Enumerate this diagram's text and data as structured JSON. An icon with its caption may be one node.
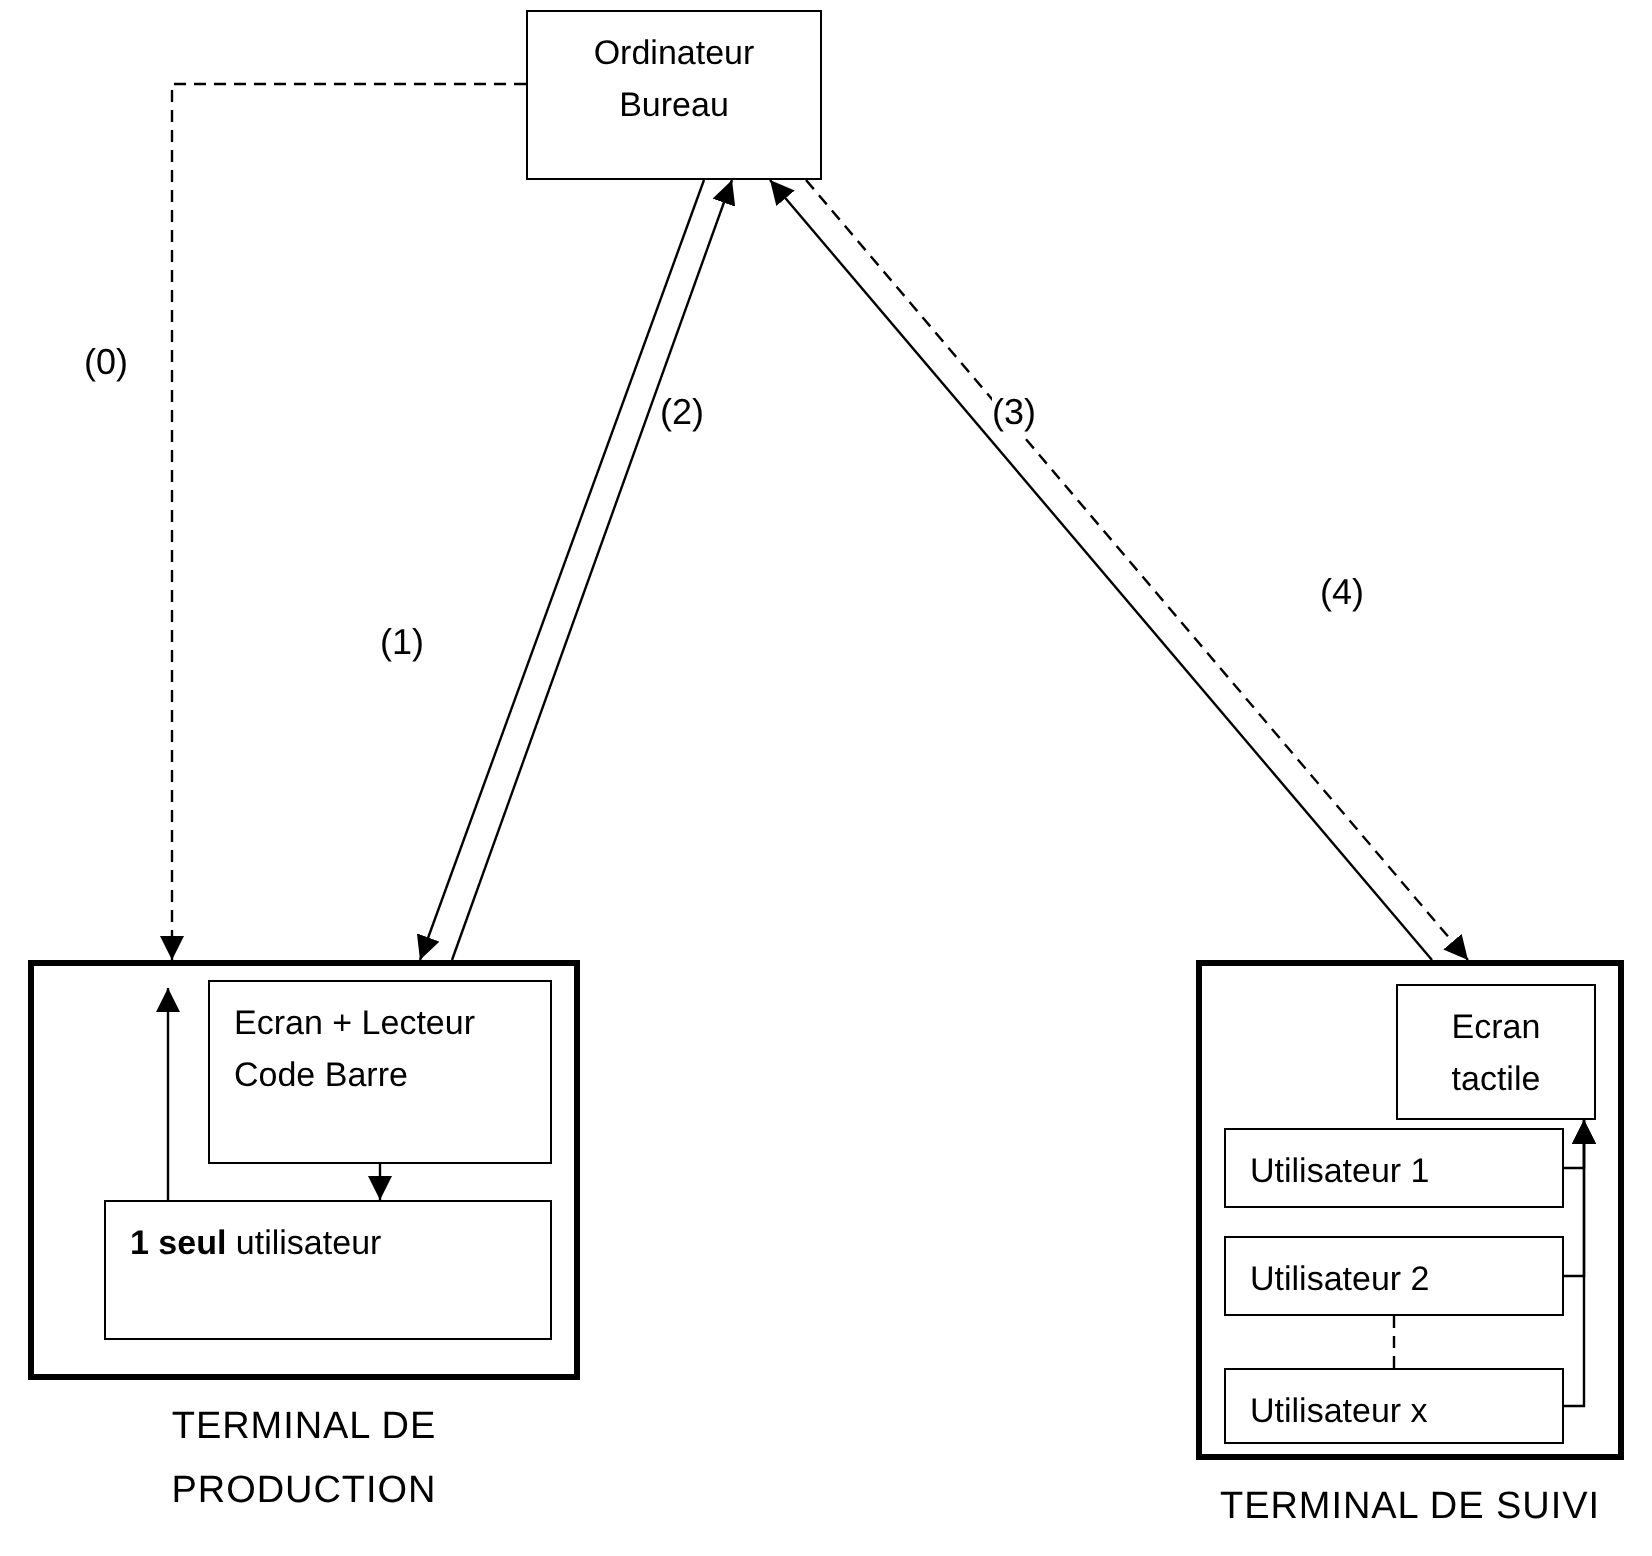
{
  "diagram": {
    "nodes": [
      {
        "text": [
          "Ordinateur Bureau"
        ]
      },
      {
        "text": [
          "TERMINAL DE PRODUCTION"
        ]
      },
      {
        "text": [
          "Ecran + Lecteur Code Barre"
        ],
        "in": 1
      },
      {
        "text": [
          "**1 seul** utilisateur"
        ],
        "in": 1
      },
      {
        "text": [
          "TERMINAL DE SUIVI"
        ]
      },
      {
        "text": [
          "Ecran tactile"
        ],
        "in": 4
      },
      {
        "text": [
          "Utilisateur 1"
        ],
        "in": 4
      },
      {
        "text": [
          "Utilisateur 2"
        ],
        "in": 4
      },
      {
        "text": [
          "Utilisateur x"
        ],
        "in": 4
      }
    ],
    "edges": [
      {
        "from": 0,
        "to": 1,
        "arrow": "to",
        "label": "(0)",
        "style": "dashed"
      },
      {
        "from": 0,
        "to": 1,
        "arrow": "to",
        "label": "(1)"
      },
      {
        "from": 1,
        "to": 0,
        "arrow": "to",
        "label": "(2)"
      },
      {
        "from": 4,
        "to": 0,
        "arrow": "to",
        "label": "(3)"
      },
      {
        "from": 0,
        "to": 4,
        "arrow": "to",
        "label": "(4)",
        "style": "dashed"
      },
      {
        "from": 2,
        "to": 3,
        "arrow": "to"
      },
      {
        "from": 3,
        "to": null,
        "arrow": "to"
      },
      {
        "from": 6,
        "to": 5,
        "arrow": "to"
      },
      {
        "from": 7,
        "to": 5,
        "arrow": "to"
      },
      {
        "from": 8,
        "to": 5,
        "arrow": "to"
      },
      {
        "from": 7,
        "to": 8,
        "arrow": "none",
        "style": "dashed"
      }
    ]
  }
}
